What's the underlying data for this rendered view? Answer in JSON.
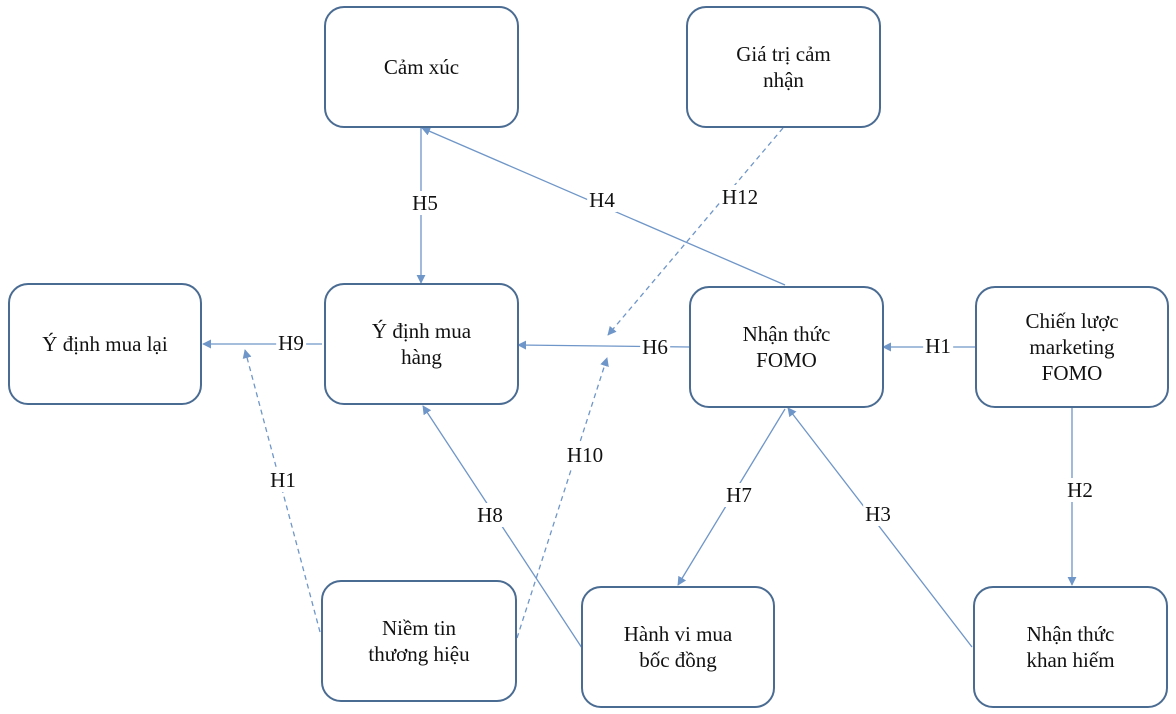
{
  "nodes": {
    "cam_xuc": {
      "label": "Cảm xúc"
    },
    "gia_tri_cam_nhan": {
      "label": "Giá trị cảm nhận"
    },
    "y_dinh_mua_lai": {
      "label": "Ý định mua lại"
    },
    "y_dinh_mua_hang": {
      "label": "Ý định mua hàng"
    },
    "nhan_thuc_fomo": {
      "label": "Nhận thức FOMO"
    },
    "chien_luoc_marketing_fomo": {
      "label": "Chiến lược marketing FOMO"
    },
    "niem_tin_thuong_hieu": {
      "label": "Niềm tin thương hiệu"
    },
    "hanh_vi_mua_boc_dong": {
      "label": "Hành vi mua bốc đồng"
    },
    "nhan_thuc_khan_hiem": {
      "label": "Nhận thức khan hiếm"
    }
  },
  "edges": [
    {
      "id": "e_h1",
      "label": "H1",
      "from": "chien_luoc_marketing_fomo",
      "to": "nhan_thuc_fomo",
      "style": "solid"
    },
    {
      "id": "e_h2",
      "label": "H2",
      "from": "chien_luoc_marketing_fomo",
      "to": "nhan_thuc_khan_hiem",
      "style": "solid"
    },
    {
      "id": "e_h3",
      "label": "H3",
      "from": "nhan_thuc_khan_hiem",
      "to": "nhan_thuc_fomo",
      "style": "solid"
    },
    {
      "id": "e_h4",
      "label": "H4",
      "from": "nhan_thuc_fomo",
      "to": "cam_xuc",
      "style": "solid"
    },
    {
      "id": "e_h5",
      "label": "H5",
      "from": "cam_xuc",
      "to": "y_dinh_mua_hang",
      "style": "solid"
    },
    {
      "id": "e_h6",
      "label": "H6",
      "from": "nhan_thuc_fomo",
      "to": "y_dinh_mua_hang",
      "style": "solid"
    },
    {
      "id": "e_h7",
      "label": "H7",
      "from": "nhan_thuc_fomo",
      "to": "hanh_vi_mua_boc_dong",
      "style": "solid"
    },
    {
      "id": "e_h8",
      "label": "H8",
      "from": "hanh_vi_mua_boc_dong",
      "to": "y_dinh_mua_hang",
      "style": "solid"
    },
    {
      "id": "e_h9",
      "label": "H9",
      "from": "y_dinh_mua_hang",
      "to": "y_dinh_mua_lai",
      "style": "solid"
    },
    {
      "id": "e_h10",
      "label": "H10",
      "from": "niem_tin_thuong_hieu",
      "to": "e_h6",
      "style": "dashed"
    },
    {
      "id": "e_h1b",
      "label": "H1",
      "from": "niem_tin_thuong_hieu",
      "to": "e_h9",
      "style": "dashed"
    },
    {
      "id": "e_h12",
      "label": "H12",
      "from": "gia_tri_cam_nhan",
      "to": "e_h6",
      "style": "dashed"
    }
  ],
  "colors": {
    "line": "#6f96c8",
    "border": "#4a6b92",
    "text": "#111111"
  }
}
